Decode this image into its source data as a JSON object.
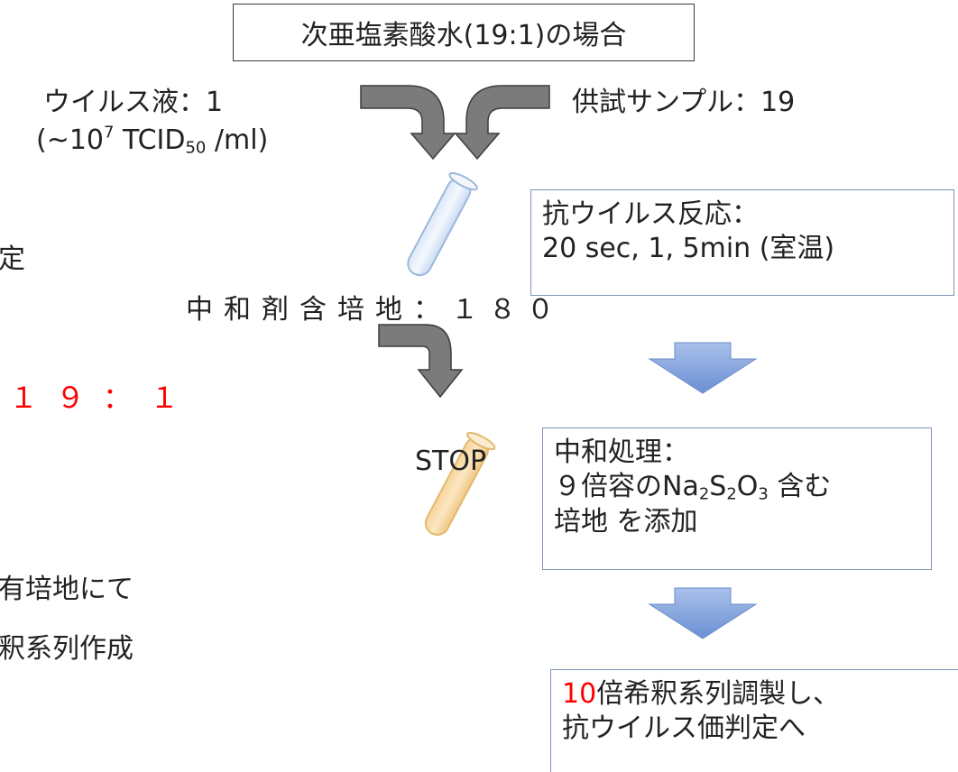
{
  "title": "次亜塩素酸水(19:1)の場合",
  "virus": {
    "label": "ウイルス液：1",
    "titer_prefix": "(~10",
    "titer_exp": "7",
    "titer_mid": " TCID",
    "titer_sub": "50",
    "titer_suffix": " /ml)"
  },
  "sample_label": "供試サンプル：19",
  "left_fragments": {
    "frag1": "定",
    "frag2": "有培地にて",
    "frag3": "釈系列作成"
  },
  "neutralizer_medium_label": "中和剤含培地：１８０",
  "ratio_text": "１９：１",
  "stop_label": "STOP",
  "antiviral_box": {
    "line1": "抗ウイルス反応：",
    "line2": "20 sec, 1, 5min (室温)"
  },
  "neutralize_box": {
    "line1": "中和処理：",
    "line2_pre": "９倍容のNa",
    "sub_a": "2",
    "mid_a": "S",
    "sub_b": "2",
    "mid_b": "O",
    "sub_c": "3",
    "line2_post": " 含む",
    "line3": "培地 を添加"
  },
  "dilution_box": {
    "num": "10",
    "line1_rest": "倍希釈系列調製し、",
    "line2": "抗ウイルス価判定へ"
  },
  "colors": {
    "curved_arrow": "#7b7b7b",
    "block_arrow": "#7d9bd6",
    "box_border": "#7f96b8",
    "tube_clear": "#cfe0f5",
    "tube_yellow": "#f8d9a0",
    "highlight": "#ff0000"
  },
  "icons": [
    "curved-arrow-icon",
    "down-arrow-icon",
    "test-tube-icon"
  ]
}
